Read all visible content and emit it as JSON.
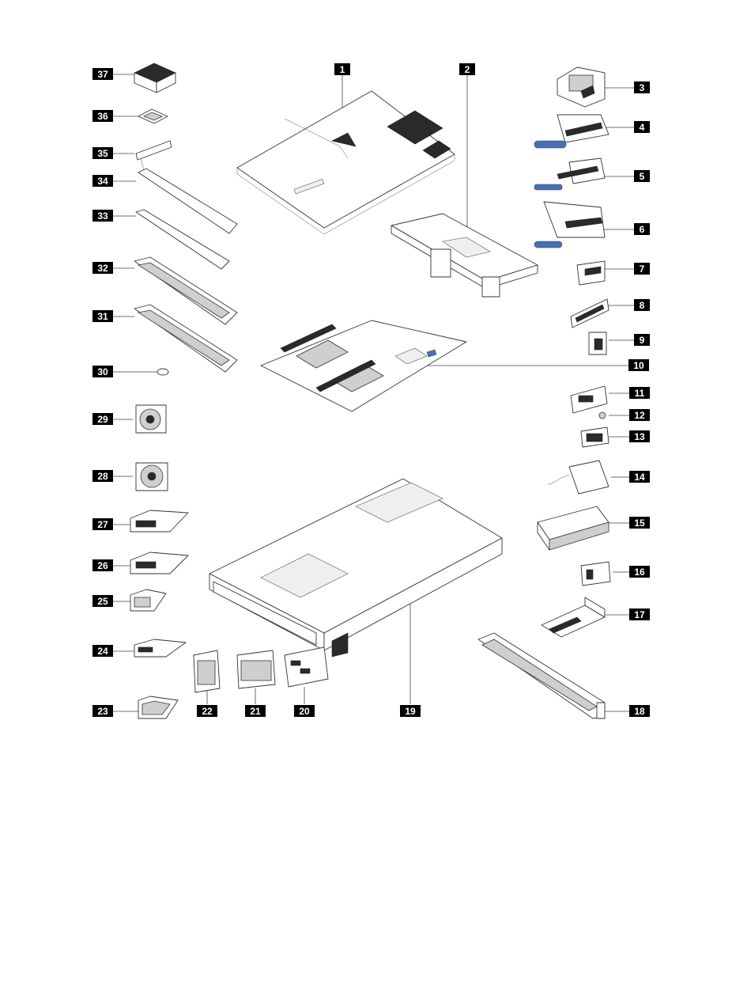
{
  "callouts": [
    "1",
    "2",
    "3",
    "4",
    "5",
    "6",
    "7",
    "8",
    "9",
    "10",
    "11",
    "12",
    "13",
    "14",
    "15",
    "16",
    "17",
    "18",
    "19",
    "20",
    "21",
    "22",
    "23",
    "24",
    "25",
    "26",
    "27",
    "28",
    "29",
    "30",
    "31",
    "32",
    "33",
    "34",
    "35",
    "36",
    "37"
  ],
  "colors": {
    "callout_bg": "#000000",
    "callout_text": "#ffffff",
    "line": "#333333",
    "accent": "#4a6fb0"
  }
}
